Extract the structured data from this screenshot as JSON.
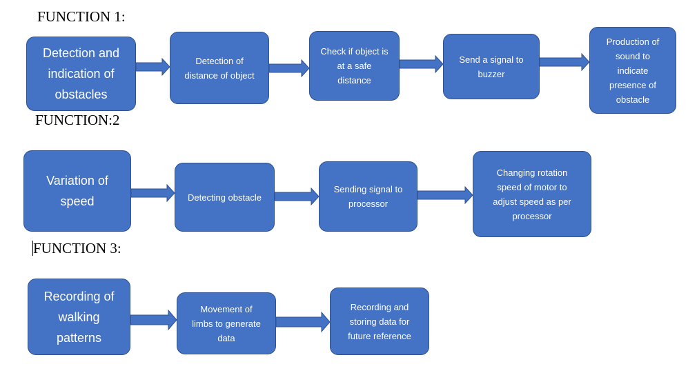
{
  "colors": {
    "box_fill": "#4472c4",
    "box_border": "#2f528f",
    "text": "#ffffff"
  },
  "function1": {
    "heading": "FUNCTION 1:",
    "boxes": [
      "Detection and\nindication of\nobstacles",
      "Detection of\ndistance of object",
      "Check if object is\nat a safe\ndistance",
      "Send a signal to\nbuzzer",
      "Production of\nsound to\nindicate\npresence of\nobstacle"
    ]
  },
  "function2": {
    "heading": "FUNCTION:2",
    "boxes": [
      "Variation of\nspeed",
      "Detecting obstacle",
      "Sending signal to\nprocessor",
      "Changing rotation\nspeed of motor to\nadjust speed as per\nprocessor"
    ]
  },
  "function3": {
    "heading": "FUNCTION 3:",
    "boxes": [
      "Recording of\nwalking\npatterns",
      "Movement of\nlimbs to generate\ndata",
      "Recording and\nstoring data for\nfuture reference"
    ]
  }
}
